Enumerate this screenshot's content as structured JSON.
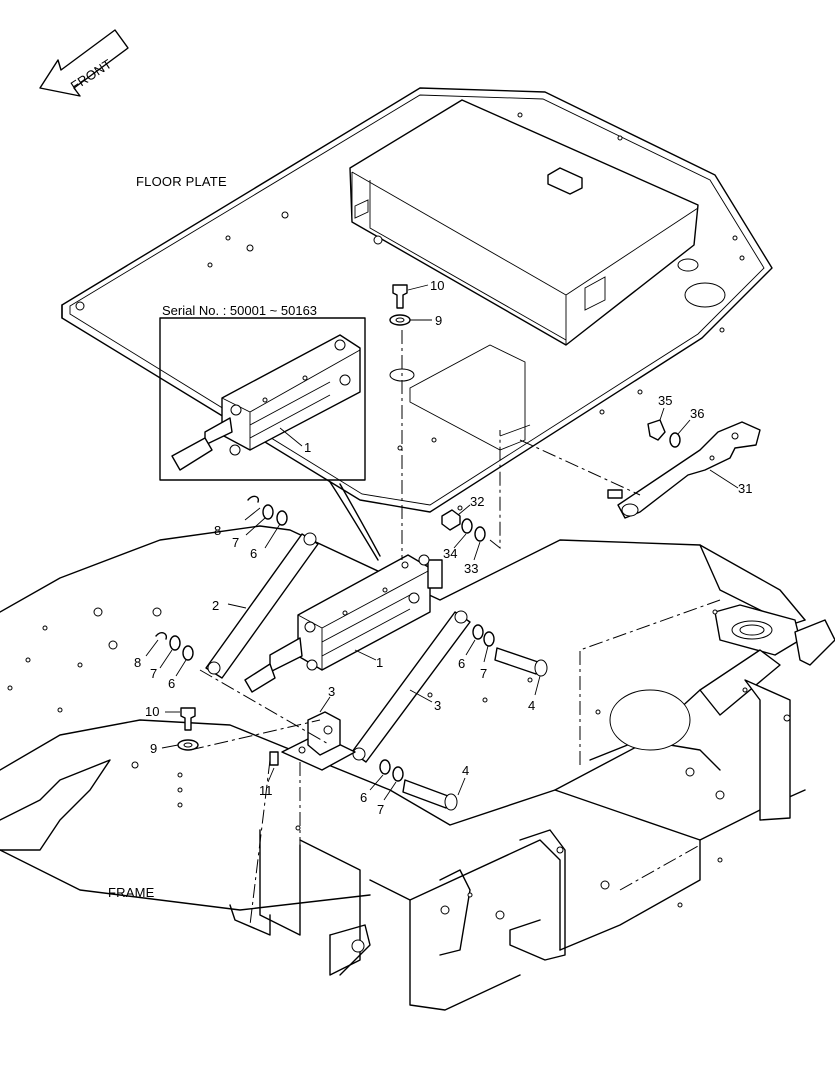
{
  "front_label": "FRONT",
  "floor_plate_label": "FLOOR PLATE",
  "frame_label": "FRAME",
  "serial_label": "Serial No. : 50001 ~ 50163",
  "callouts": [
    {
      "id": "c1-inset",
      "text": "1"
    },
    {
      "id": "c1",
      "text": "1"
    },
    {
      "id": "c2",
      "text": "2"
    },
    {
      "id": "c3a",
      "text": "3"
    },
    {
      "id": "c3b",
      "text": "3"
    },
    {
      "id": "c4a",
      "text": "4"
    },
    {
      "id": "c4b",
      "text": "4"
    },
    {
      "id": "c6a",
      "text": "6"
    },
    {
      "id": "c6b",
      "text": "6"
    },
    {
      "id": "c6c",
      "text": "6"
    },
    {
      "id": "c6d",
      "text": "6"
    },
    {
      "id": "c7a",
      "text": "7"
    },
    {
      "id": "c7b",
      "text": "7"
    },
    {
      "id": "c7c",
      "text": "7"
    },
    {
      "id": "c7d",
      "text": "7"
    },
    {
      "id": "c8a",
      "text": "8"
    },
    {
      "id": "c8b",
      "text": "8"
    },
    {
      "id": "c9a",
      "text": "9"
    },
    {
      "id": "c9b",
      "text": "9"
    },
    {
      "id": "c10a",
      "text": "10"
    },
    {
      "id": "c10b",
      "text": "10"
    },
    {
      "id": "c11",
      "text": "11"
    },
    {
      "id": "c31",
      "text": "31"
    },
    {
      "id": "c32",
      "text": "32"
    },
    {
      "id": "c33",
      "text": "33"
    },
    {
      "id": "c34",
      "text": "34"
    },
    {
      "id": "c35",
      "text": "35"
    },
    {
      "id": "c36",
      "text": "36"
    }
  ]
}
